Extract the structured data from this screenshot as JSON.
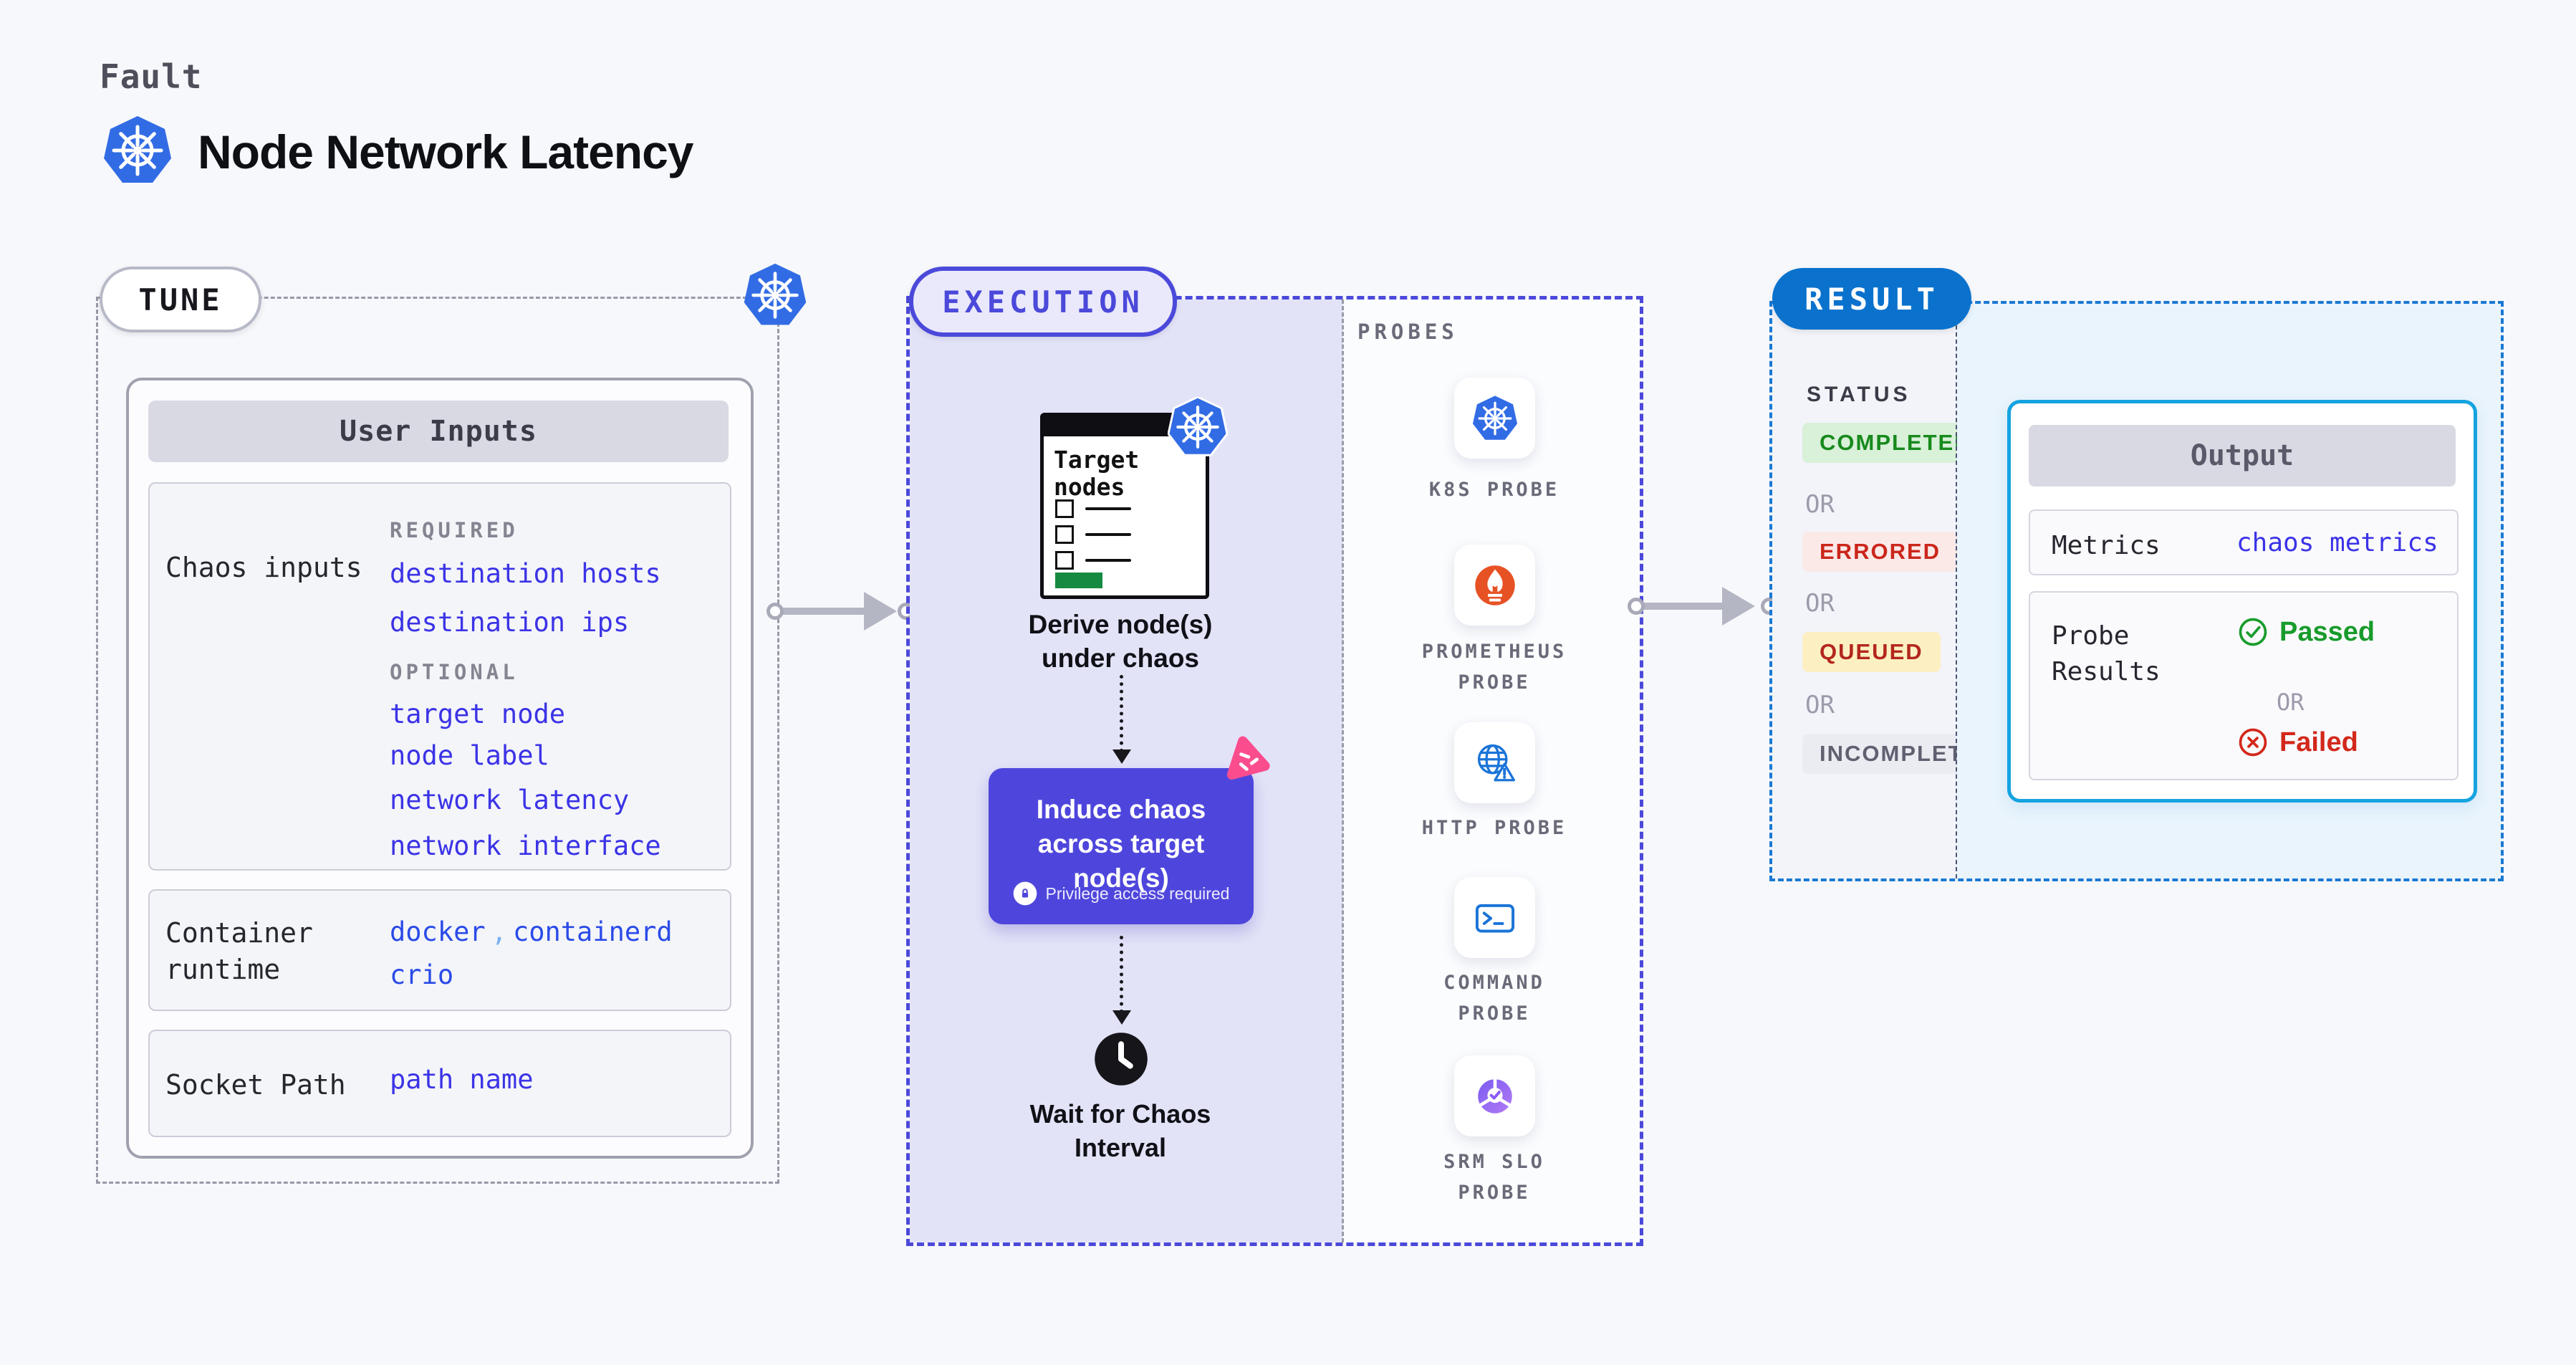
{
  "header": {
    "eyebrow": "Fault",
    "title": "Node Network Latency"
  },
  "tune": {
    "label": "TUNE",
    "user_inputs_title": "User Inputs",
    "chaos_inputs": {
      "label": "Chaos inputs",
      "required_label": "REQUIRED",
      "required": [
        "destination hosts",
        "destination ips"
      ],
      "optional_label": "OPTIONAL",
      "optional": [
        "target node",
        "node label",
        "network latency",
        "network interface"
      ]
    },
    "container_runtime": {
      "label": "Container runtime",
      "values": [
        "docker",
        "containerd",
        "crio"
      ],
      "separator": ","
    },
    "socket_path": {
      "label": "Socket Path",
      "value": "path name"
    }
  },
  "execution": {
    "label": "EXECUTION",
    "target_nodes_title": "Target nodes",
    "derive_text": "Derive node(s) under chaos",
    "induce_text": "Induce chaos across target node(s)",
    "privilege_text": "Privilege access required",
    "wait_text": "Wait for Chaos Interval",
    "probes": {
      "label": "PROBES",
      "items": [
        {
          "name": "K8S PROBE",
          "icon": "kubernetes-icon"
        },
        {
          "name": "PROMETHEUS PROBE",
          "icon": "prometheus-icon"
        },
        {
          "name": "HTTP PROBE",
          "icon": "http-globe-icon"
        },
        {
          "name": "COMMAND PROBE",
          "icon": "terminal-icon"
        },
        {
          "name": "SRM SLO PROBE",
          "icon": "slo-gauge-icon"
        }
      ]
    }
  },
  "result": {
    "label": "RESULT",
    "status_label": "STATUS",
    "or_label": "OR",
    "badges": [
      {
        "text": "COMPLETED",
        "bg": "#d9f0d9",
        "color": "#178a1c"
      },
      {
        "text": "ERRORED",
        "bg": "#fbe9e8",
        "color": "#cb261b"
      },
      {
        "text": "QUEUED",
        "bg": "#fcf0c3",
        "color": "#b3271d"
      },
      {
        "text": "INCOMPLETED",
        "bg": "#ebecf2",
        "color": "#5f6070"
      }
    ],
    "output": {
      "title": "Output",
      "metrics_label": "Metrics",
      "metrics_value": "chaos metrics",
      "probe_results_label": "Probe Results",
      "passed": "Passed",
      "or": "OR",
      "failed": "Failed"
    }
  },
  "colors": {
    "page_bg": "#f7f8fb",
    "kubernetes_blue": "#326ce5",
    "execution_indigo": "#4b49da",
    "execution_bg": "#e3e3f8",
    "induce_bg": "#4e46dc",
    "litmus_pink": "#fb4d8e",
    "result_pill_blue": "#0a72cd",
    "result_border_blue": "#1b79d2",
    "output_border_cyan": "#15a3e0",
    "link_blue": "#3b33e6",
    "runtime_blue": "#2a4be8",
    "passed_green": "#189b2b",
    "failed_red": "#d2281b"
  }
}
